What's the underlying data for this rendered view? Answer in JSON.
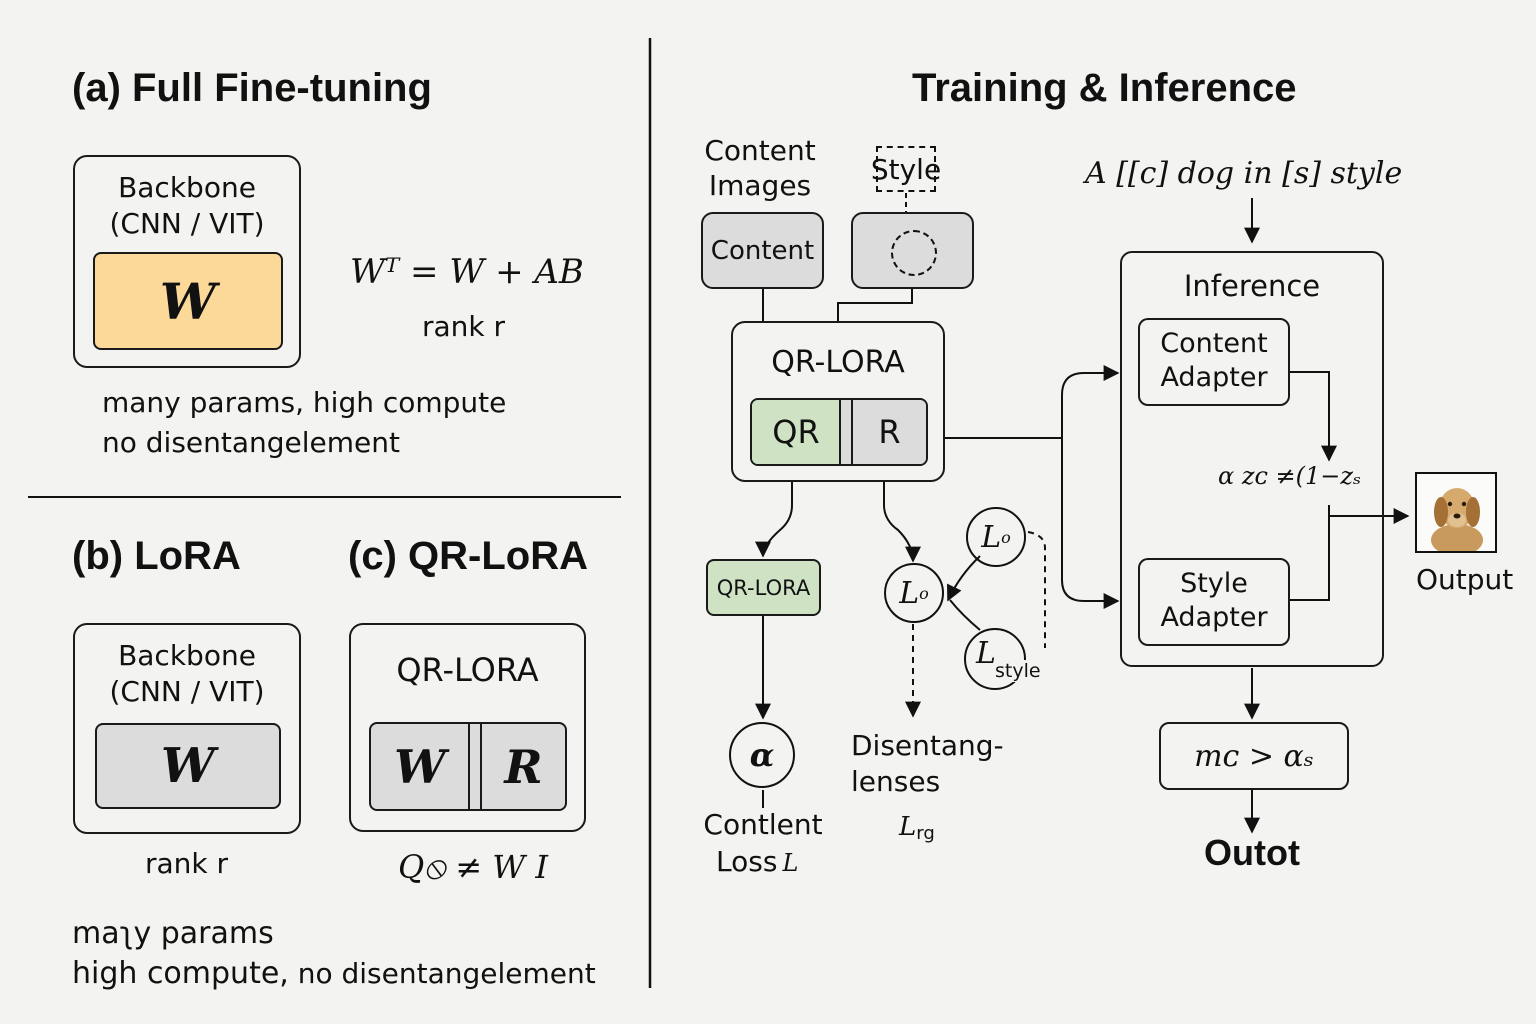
{
  "panel_a": {
    "title": "(a)  Full Fine-tuning",
    "backbone_label_1": "Backbone",
    "backbone_label_2": "(CNN / VIT)",
    "weight": "W",
    "equation": "Wᵀ = W + AB",
    "rank": "rank r",
    "note_1": "many params, high compute",
    "note_2": "no disentangelement",
    "weight_color": "#fcd899"
  },
  "panel_b": {
    "title": "(b)  LoRA",
    "backbone_label_1": "Backbone",
    "backbone_label_2": "(CNN / VIT)",
    "weight": "W",
    "rank": "rank r",
    "weight_color": "#dcdcdc"
  },
  "panel_c": {
    "title": "(c)  QR-LoRA",
    "box_label": "QR-LORA",
    "w": "W",
    "r": "R",
    "equation": "Q⦸ ≠ W I"
  },
  "bottom_note_1": "maʅy params",
  "bottom_note_2a": "high compute,",
  "bottom_note_2b": " no disentangelement",
  "right": {
    "title": "Training & Inference",
    "content_images_1": "Content",
    "content_images_2": "Images",
    "content_box": "Content",
    "style_label": "Style",
    "prompt": "A [[c] dog in [s] style",
    "qrlora_box_title": "QR-LORA",
    "qr": "QR",
    "r": "R",
    "qrlora_small": "QR-LORA",
    "alpha": "α",
    "content_loss_1": "Contlent",
    "content_loss_2": "Loss",
    "content_loss_sym": "L",
    "l_o_main": "L",
    "l_o_sub": "o",
    "l_o_top": "L",
    "l_o_top_sub": "o",
    "l_style": "L",
    "l_style_sub": "style",
    "disent_1": "Disentang-",
    "disent_2": "lenses",
    "l_rg": "L",
    "l_rg_sub": "rg",
    "inference_title": "Inference",
    "content_adapter_1": "Content",
    "content_adapter_2": "Adapter",
    "style_adapter_1": "Style",
    "style_adapter_2": "Adapter",
    "mix_formula": "α zᴄ ≠(1−zₛ",
    "output_label": "Output",
    "m_box": "mᴄ > αₛ",
    "outot": "Outot",
    "green": "#cfe3c4",
    "gray": "#dcdcdc"
  }
}
